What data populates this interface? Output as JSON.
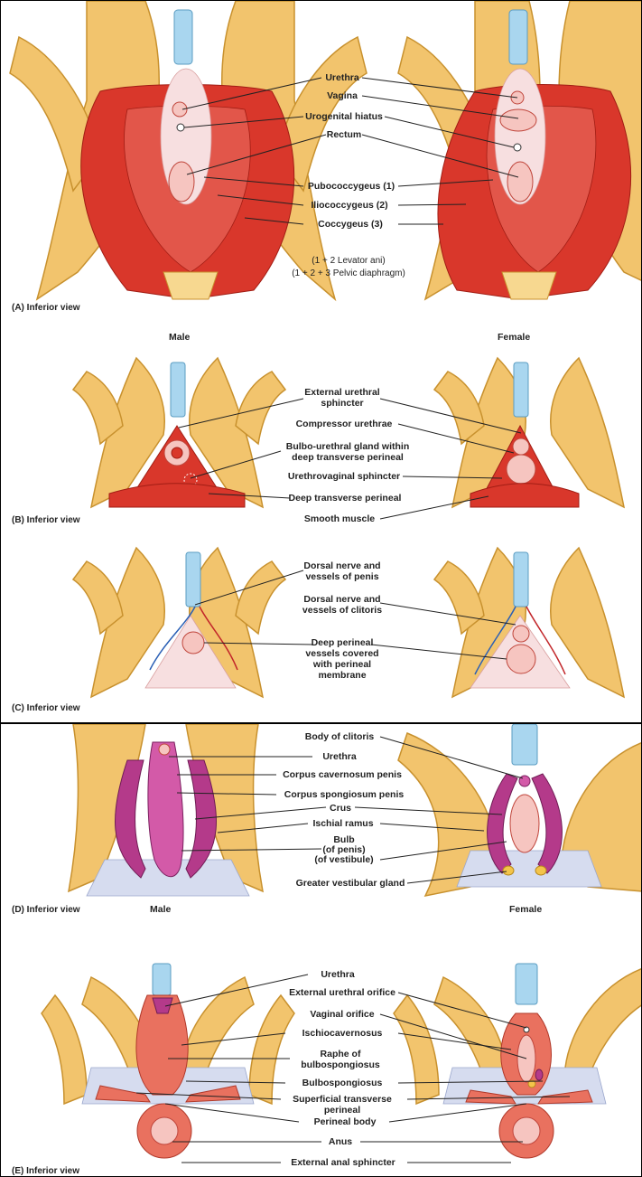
{
  "panel_a": {
    "caption": "(A) Inferior view",
    "labels": {
      "urethra": "Urethra",
      "vagina": "Vagina",
      "urogenital_hiatus": "Urogenital hiatus",
      "rectum": "Rectum",
      "pubococcygeus": "Pubococcygeus (1)",
      "iliococcygeus": "Iliococcygeus (2)",
      "coccygeus": "Coccygeus (3)"
    },
    "note_line1": "(1 + 2 Levator ani)",
    "note_line2": "(1 + 2 + 3 Pelvic diaphragm)"
  },
  "sex_labels_top": {
    "male": "Male",
    "female": "Female"
  },
  "panel_b": {
    "caption": "(B) Inferior view",
    "labels": {
      "ext_urethral_1": "External urethral",
      "ext_urethral_2": "sphincter",
      "compressor": "Compressor urethrae",
      "bulbo_1": "Bulbo-urethral gland within",
      "bulbo_2": "deep transverse perineal",
      "urethrovaginal": "Urethrovaginal sphincter",
      "deep_transverse": "Deep transverse perineal",
      "smooth": "Smooth muscle"
    }
  },
  "panel_c": {
    "caption": "(C) Inferior view",
    "labels": {
      "dorsal_penis_1": "Dorsal nerve and",
      "dorsal_penis_2": "vessels of penis",
      "dorsal_clitoris_1": "Dorsal nerve and",
      "dorsal_clitoris_2": "vessels of clitoris",
      "deep_vessels_1": "Deep perineal",
      "deep_vessels_2": "vessels covered",
      "deep_vessels_3": "with perineal",
      "deep_vessels_4": "membrane"
    }
  },
  "panel_d": {
    "caption": "(D) Inferior view",
    "male": "Male",
    "female": "Female",
    "labels": {
      "body_clitoris": "Body of clitoris",
      "urethra": "Urethra",
      "cavernosum": "Corpus cavernosum penis",
      "spongiosum": "Corpus spongiosum penis",
      "crus": "Crus",
      "ischial": "Ischial ramus",
      "bulb_1": "Bulb",
      "bulb_2": "(of penis)",
      "bulb_3": "(of vestibule)",
      "greater_vestibular": "Greater vestibular gland"
    }
  },
  "panel_e": {
    "caption": "(E) Inferior view",
    "labels": {
      "urethra": "Urethra",
      "ext_urethral_orifice": "External urethral orifice",
      "vaginal_orifice": "Vaginal orifice",
      "ischiocavernosus": "Ischiocavernosus",
      "raphe_1": "Raphe of",
      "raphe_2": "bulbospongiosus",
      "bulbospongiosus": "Bulbospongiosus",
      "superficial_1": "Superficial transverse",
      "superficial_2": "perineal",
      "perineal_body": "Perineal body",
      "anus": "Anus",
      "external_anal": "External anal sphincter"
    }
  },
  "colors": {
    "bone": "#f2c46d",
    "muscle": "#d9372b",
    "spine": "#a9d6ef",
    "erectile": "#b43a8a",
    "membrane": "#d6dcef"
  }
}
